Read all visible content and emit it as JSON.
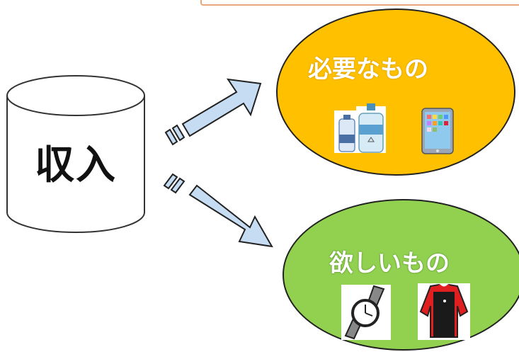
{
  "income": {
    "label": "収入"
  },
  "needs": {
    "label": "必要なもの",
    "color": "#ffc000",
    "items": [
      "water-bottles-icon",
      "tablet-icon"
    ]
  },
  "wants": {
    "label": "欲しいもの",
    "color": "#92d050",
    "items": [
      "wristwatch-icon",
      "shirt-icon"
    ]
  },
  "colors": {
    "arrow_fill": "#c5dcf3",
    "outline": "#222222"
  }
}
